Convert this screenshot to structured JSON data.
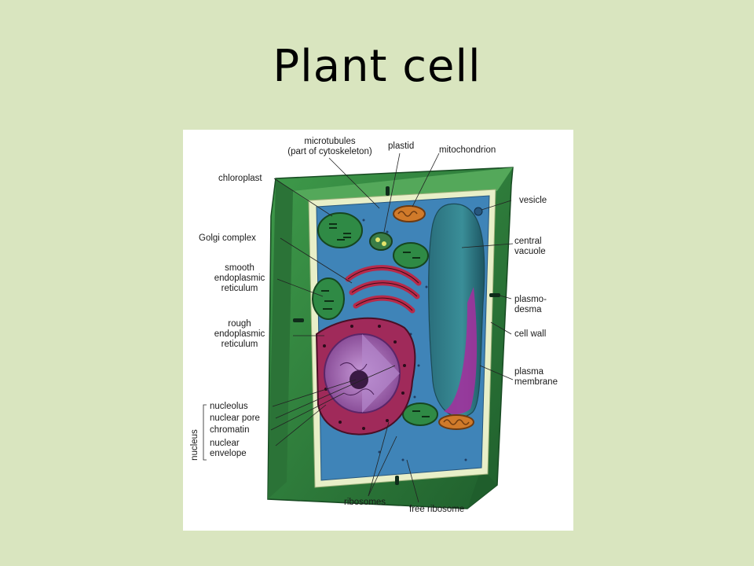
{
  "slide": {
    "title": "Plant cell"
  },
  "labels": {
    "microtubules": "microtubules",
    "microtubules_sub": "(part of cytoskeleton)",
    "plastid": "plastid",
    "mitochondrion": "mitochondrion",
    "chloroplast": "chloroplast",
    "vesicle": "vesicle",
    "golgi": "Golgi complex",
    "smooth_er_1": "smooth",
    "smooth_er_2": "endoplasmic",
    "smooth_er_3": "reticulum",
    "central_vacuole_1": "central",
    "central_vacuole_2": "vacuole",
    "plasmodesma_1": "plasmo-",
    "plasmodesma_2": "desma",
    "cell_wall": "cell wall",
    "rough_er_1": "rough",
    "rough_er_2": "endoplasmic",
    "rough_er_3": "reticulum",
    "plasma_membrane_1": "plasma",
    "plasma_membrane_2": "membrane",
    "nucleolus": "nucleolus",
    "nuclear_pore": "nuclear pore",
    "chromatin": "chromatin",
    "nuclear_envelope_1": "nuclear",
    "nuclear_envelope_2": "envelope",
    "nucleus": "nucleus",
    "ribosomes": "ribosomes",
    "free_ribosome": "free ribosome"
  },
  "colors": {
    "background": "#d9e5bf",
    "cell_wall": "#2f7d3a",
    "cytoplasm": "#3f84b8",
    "vacuole": "#2f7a86",
    "nucleus": "#a25aa0",
    "rough_er": "#b03060",
    "chloroplast": "#2f8a45",
    "mitochondrion": "#d07a2a"
  }
}
